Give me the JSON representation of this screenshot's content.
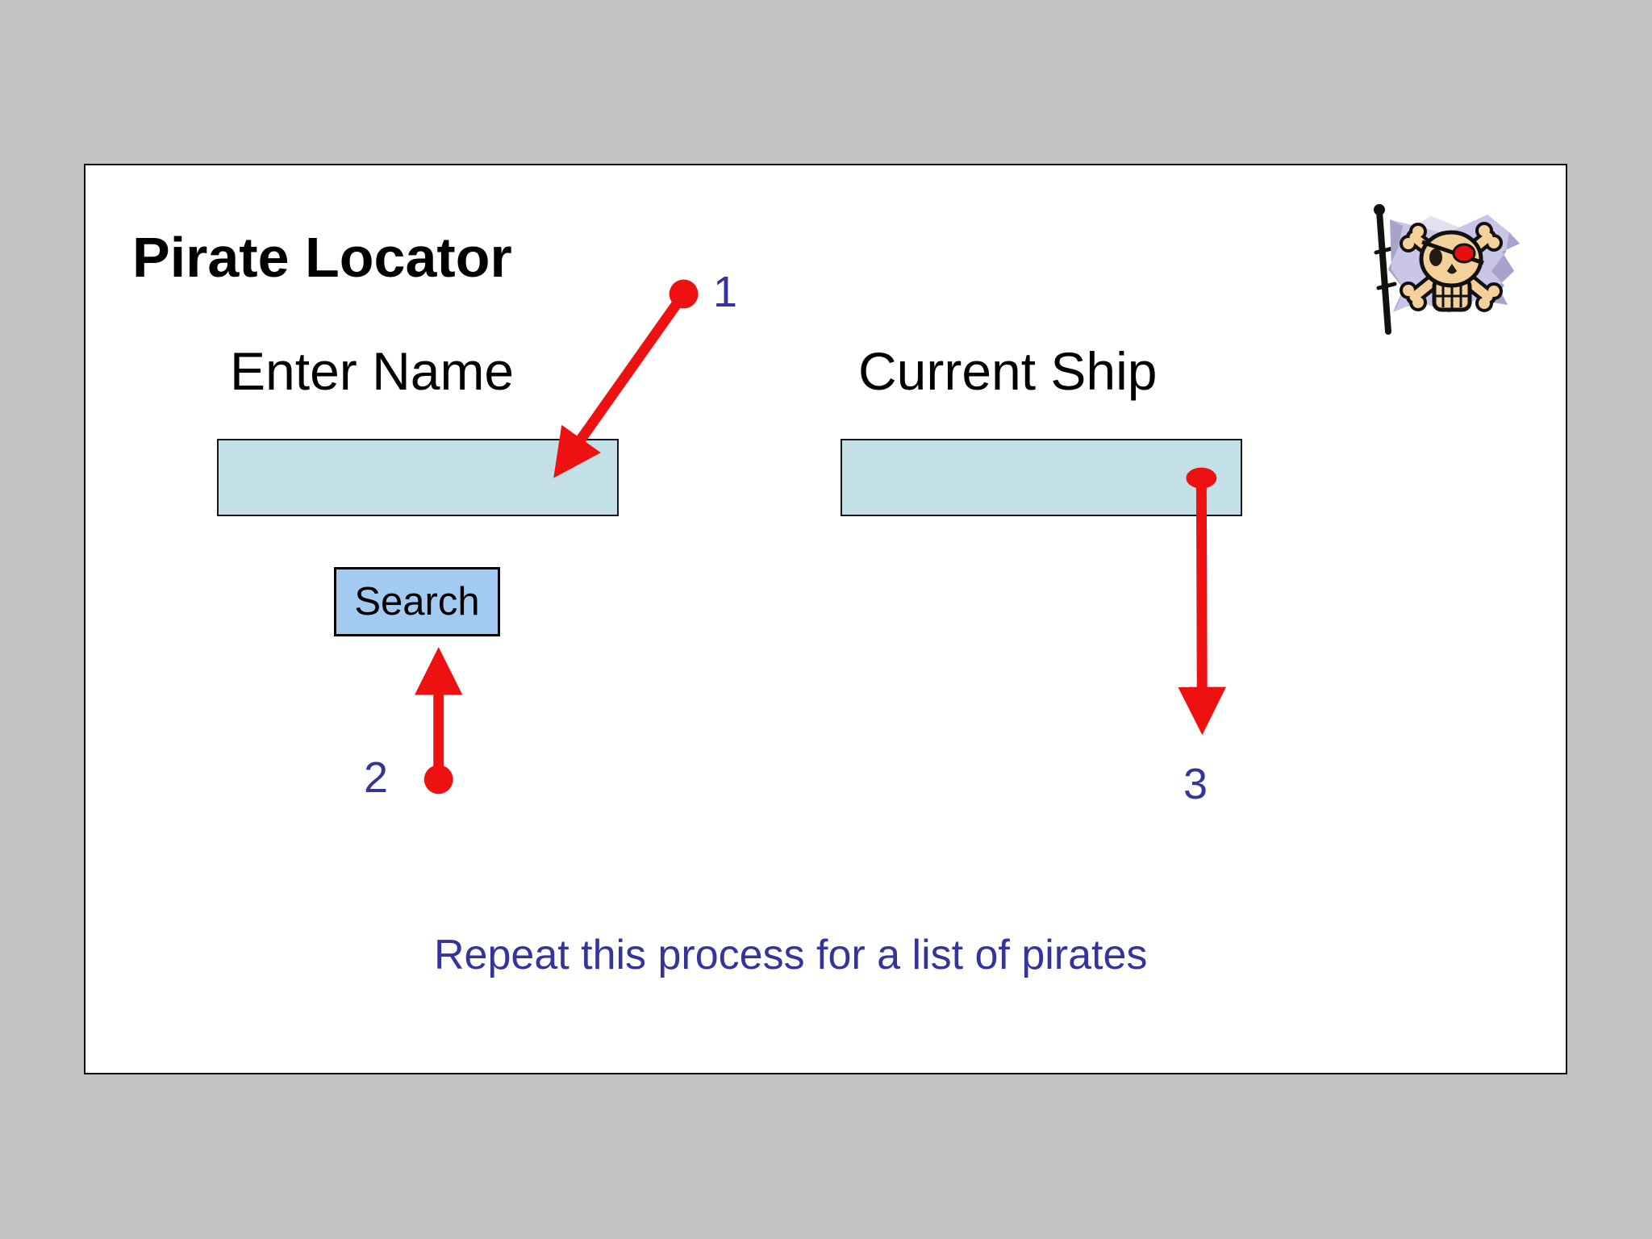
{
  "title": "Pirate Locator",
  "form": {
    "name_label": "Enter Name",
    "name_value": "",
    "ship_label": "Current Ship",
    "ship_value": "",
    "search_label": "Search"
  },
  "steps": {
    "one": "1",
    "two": "2",
    "three": "3"
  },
  "note": "Repeat this process for a list of pirates",
  "icons": {
    "flag": "pirate-flag"
  },
  "colors": {
    "background": "#c3c3c5",
    "card": "#ffffff",
    "text": "#000000",
    "input_fill": "#c3e0e6",
    "button_fill": "#a3caf1",
    "arrow": "#ee1111",
    "annotation": "#34349a",
    "flag_cloth": "#c9c5e6",
    "skull": "#f4d09a",
    "patch": "#e60f0f"
  }
}
